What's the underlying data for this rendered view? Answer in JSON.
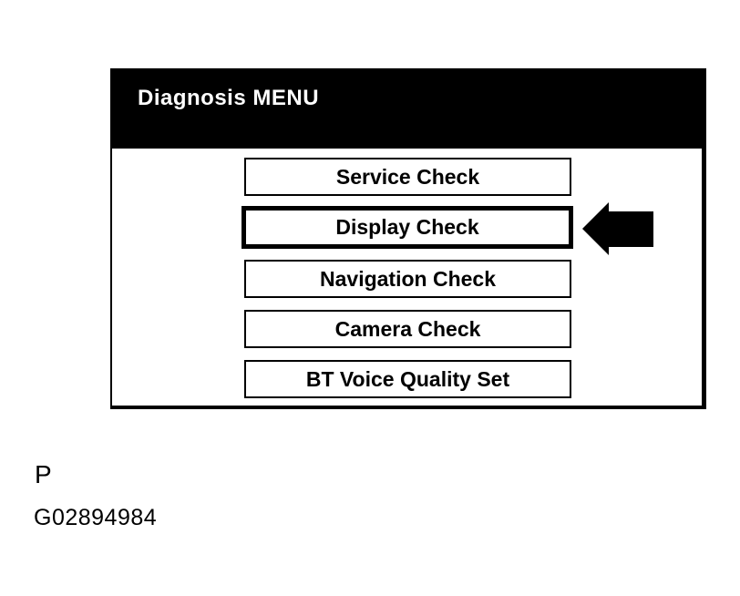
{
  "screen": {
    "title": "Diagnosis MENU",
    "menu": {
      "items": [
        {
          "label": "Service Check",
          "selected": false
        },
        {
          "label": "Display Check",
          "selected": true
        },
        {
          "label": "Navigation Check",
          "selected": false
        },
        {
          "label": "Camera Check",
          "selected": false
        },
        {
          "label": "BT Voice Quality Set",
          "selected": false
        }
      ]
    },
    "pointer_icon": "arrow-left-icon"
  },
  "figure": {
    "caption_letter": "P",
    "figure_id": "G02894984"
  },
  "colors": {
    "foreground": "#000000",
    "background": "#ffffff",
    "header_bg": "#000000",
    "header_text": "#ffffff"
  }
}
